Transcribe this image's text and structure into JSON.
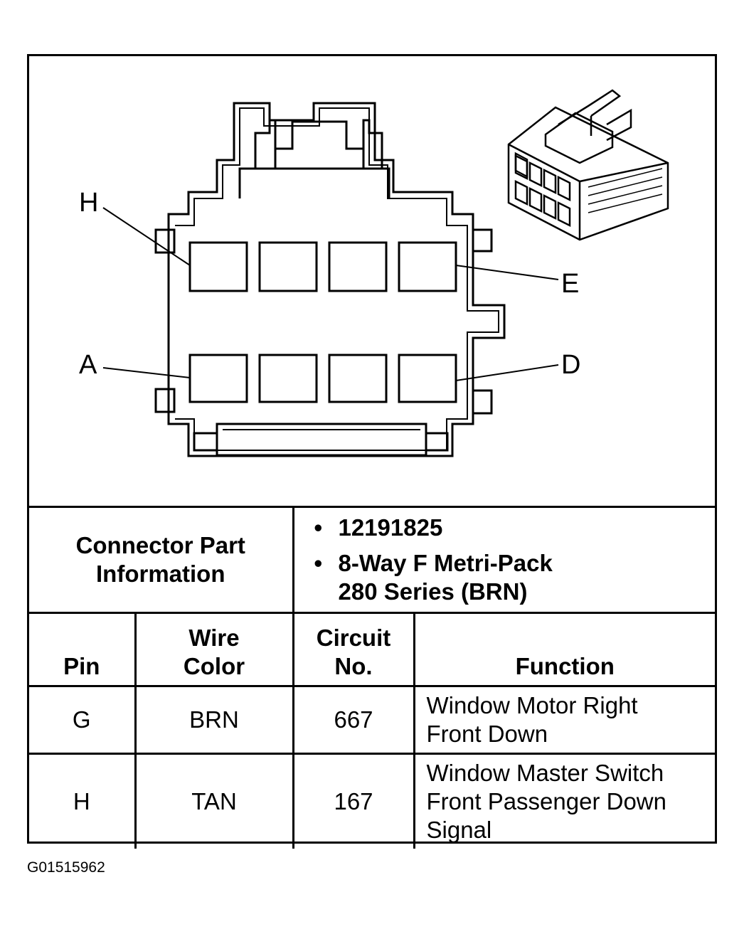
{
  "diagram": {
    "pin_labels": {
      "top_left": "H",
      "top_right": "E",
      "bottom_left": "A",
      "bottom_right": "D"
    }
  },
  "connector_info": {
    "label_line1": "Connector Part",
    "label_line2": "Information",
    "part_number": "12191825",
    "description_line1": "8-Way F Metri-Pack",
    "description_line2": "280 Series (BRN)"
  },
  "columns": {
    "pin": "Pin",
    "wire_color_line1": "Wire",
    "wire_color_line2": "Color",
    "circuit_line1": "Circuit",
    "circuit_line2": "No.",
    "function": "Function"
  },
  "rows": [
    {
      "pin": "G",
      "wire_color": "BRN",
      "circuit": "667",
      "function_lines": [
        "Window Motor Right",
        "Front Down"
      ]
    },
    {
      "pin": "H",
      "wire_color": "TAN",
      "circuit": "167",
      "function_lines": [
        "Window Master Switch",
        "Front Passenger Down",
        "Signal"
      ]
    }
  ],
  "figure_id": "G01515962"
}
